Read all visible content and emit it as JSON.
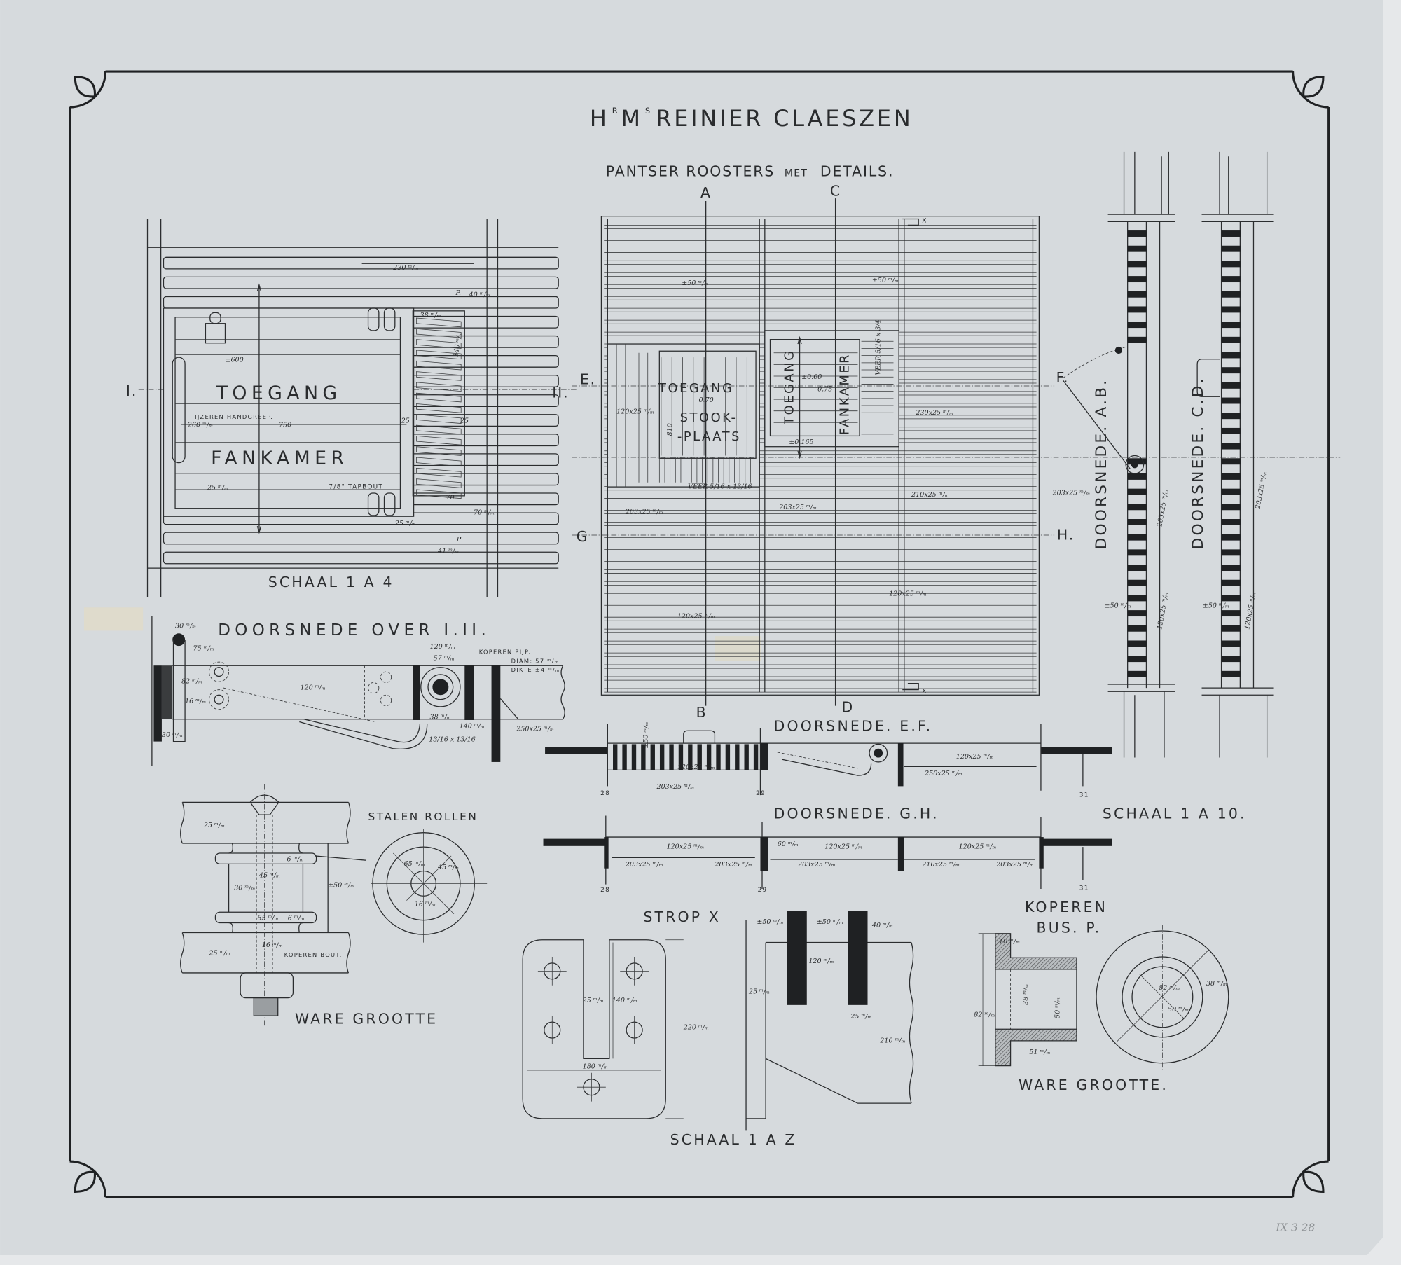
{
  "title": {
    "prefix_h": "H",
    "prefix_r": "R",
    "prefix_m": "M",
    "prefix_s": "S",
    "name": "REINIER CLAESZEN"
  },
  "subtitle": {
    "a": "PANTSER ROOSTERS",
    "b": "MET",
    "c": "DETAILS."
  },
  "section_marks": {
    "A": "A",
    "B": "B",
    "C": "C",
    "D": "D",
    "E": "E.",
    "F": "F.",
    "G": "G",
    "H": "H.",
    "I": "I.",
    "II": "II.",
    "X1": "X",
    "X2": "X"
  },
  "plan_view": {
    "label_toegang": "TOEGANG",
    "label_fankamer": "FANKAMER",
    "handgreep": "IJZEREN HANDGREEP.",
    "tapbout": "7/8\" TAPBOUT",
    "scale": "SCHAAL 1 A 4",
    "dims": [
      "230 ᵐ/ₘ",
      "40 ᵐ/ₘ",
      "P.",
      "38 ᵐ/ₘ",
      "140 ᵐ/ₘ",
      "±600",
      "260 ᵐ/ₘ",
      "750",
      "25",
      "25",
      "25 ᵐ/ₘ",
      "70",
      "70 ᵐ/ₘ",
      "P",
      "25 ᵐ/ₘ",
      "41 ᵐ/ₘ"
    ]
  },
  "section_I_II": {
    "title": "DOORSNEDE OVER I.II.",
    "koperen_pijp": "KOPEREN PIJP.",
    "diam": "DIAM: 57 ᵐ/ₘ",
    "dikte": "DIKTE ±4 ᵐ/ₘ",
    "dims": [
      "30 ᵐ/ₘ",
      "75 ᵐ/ₘ",
      "82 ᵐ/ₘ",
      "16 ᵐ/ₘ",
      "30 ᵐ/ₘ",
      "120 ᵐ/ₘ",
      "120 ᵐ/ₘ",
      "57 ᵐ/ₘ",
      "38 ᵐ/ₘ",
      "140 ᵐ/ₘ",
      "13/16 x 13/16",
      "250x25 ᵐ/ₘ"
    ]
  },
  "grid_view": {
    "toegang": "TOEGANG",
    "stook1": "STOOK-",
    "stook2": "-PLAATS",
    "toegang_v": "TOEGANG",
    "fankamer_v": "FANKAMER",
    "dims": [
      "±50 ᵐ/ₘ",
      "±50 ᵐ/ₘ",
      "120x25 ᵐ/ₘ",
      "0.70",
      "810",
      "±0.60",
      "0.75",
      "±0.165",
      "230x25 ᵐ/ₘ",
      "VEER 5/16 x 13/16",
      "203x25 ᵐ/ₘ",
      "203x25 ᵐ/ₘ",
      "210x25 ᵐ/ₘ",
      "203x25 ᵐ/ₘ",
      "120x25 ᵐ/ₘ",
      "120x25 ᵐ/ₘ",
      "VEER 5/16 x 3/4"
    ]
  },
  "section_EF": {
    "title": "DOORSNEDE. E.F.",
    "frames": [
      "28",
      "29",
      "31"
    ],
    "dims": [
      "±50 ᵐ/ₘ",
      "120x25 ᵐ/ₘ",
      "203x25 ᵐ/ₘ",
      "250x25 ᵐ/ₘ",
      "120x25 ᵐ/ₘ"
    ]
  },
  "section_GH": {
    "title": "DOORSNEDE. G.H.",
    "frames": [
      "28",
      "29",
      "31"
    ],
    "dims": [
      "120x25 ᵐ/ₘ",
      "60 ᵐ/ₘ",
      "120x25 ᵐ/ₘ",
      "120x25 ᵐ/ₘ",
      "203x25 ᵐ/ₘ",
      "203x25 ᵐ/ₘ",
      "203x25 ᵐ/ₘ",
      "210x25 ᵐ/ₘ",
      "203x25 ᵐ/ₘ"
    ]
  },
  "scale_1_10": "SCHAAL 1 A 10.",
  "section_AB": {
    "title": "DOORSNEDE. A.B.",
    "dims": [
      "203x25 ᵐ/ₘ",
      "120x25 ᵐ/ₘ",
      "±50 ᵐ/ₘ"
    ]
  },
  "section_CD": {
    "title": "DOORSNEDE. C.D.",
    "dims": [
      "203x25 ᵐ/ₘ",
      "120x25 ᵐ/ₘ",
      "±50 ᵐ/ₘ"
    ]
  },
  "rollers": {
    "title": "STALEN ROLLEN",
    "bout": "KOPEREN BOUT.",
    "scale": "WARE GROOTTE",
    "dims": [
      "25 ᵐ/ₘ",
      "6 ᵐ/ₘ",
      "45 ᵐ/ₘ",
      "30 ᵐ/ₘ",
      "±50 ᵐ/ₘ",
      "65 ᵐ/ₘ",
      "6 ᵐ/ₘ",
      "16 ᵐ/ₘ",
      "25 ᵐ/ₘ",
      "65 ᵐ/ₘ",
      "45 ᵐ/ₘ",
      "16 ᵐ/ₘ"
    ]
  },
  "strop": {
    "title": "STROP X",
    "scale": "SCHAAL 1 A Z",
    "dims": [
      "25 ᵐ/ₘ",
      "140 ᵐ/ₘ",
      "220 ᵐ/ₘ",
      "180 ᵐ/ₘ",
      "±50 ᵐ/ₘ",
      "±50 ᵐ/ₘ",
      "40 ᵐ/ₘ",
      "120 ᵐ/ₘ",
      "25 ᵐ/ₘ",
      "25 ᵐ/ₘ",
      "210 ᵐ/ₘ"
    ]
  },
  "bus": {
    "title1": "KOPEREN",
    "title2": "BUS. P.",
    "scale": "WARE GROOTTE.",
    "dims": [
      "10 ᵐ/ₘ",
      "38 ᵐ/ₘ",
      "50 ᵐ/ₘ",
      "82 ᵐ/ₘ",
      "51 ᵐ/ₘ",
      "82 ᵐ/ₘ",
      "50 ᵐ/ₘ",
      "38 ᵐ/ₘ"
    ]
  },
  "archive_mark": "IX 3 28",
  "colors": {
    "paper": "#d6dadd",
    "ink": "#2a2c2e",
    "margin": "#e6e8ea"
  }
}
